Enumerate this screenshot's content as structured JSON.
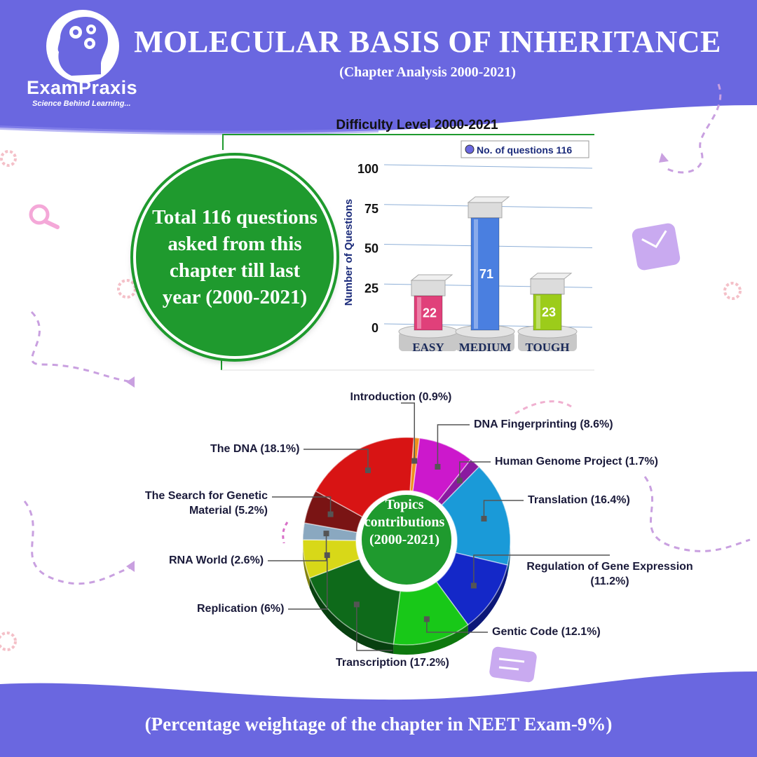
{
  "header": {
    "title": "MOLECULAR BASIS OF INHERITANCE",
    "subtitle": "(Chapter Analysis 2000-2021)"
  },
  "brand": {
    "name": "ExamPraxis",
    "tagline": "Science Behind Learning..."
  },
  "summary": {
    "total_text": "Total 116 questions asked from this chapter till last year (2000-2021)"
  },
  "footer": {
    "text": "(Percentage weightage of the chapter in NEET Exam-9%)"
  },
  "colors": {
    "brand_purple": "#6a67e0",
    "accent_green": "#1f9a2e"
  },
  "chart_data": [
    {
      "type": "bar",
      "title": "Difficulty Level 2000-2021",
      "ylabel": "Number of Questions",
      "ylim": [
        0,
        100
      ],
      "yticks": [
        0,
        25,
        50,
        75,
        100
      ],
      "categories": [
        "EASY",
        "MEDIUM",
        "TOUGH"
      ],
      "series": [
        {
          "name": "No. of questions 116",
          "values": [
            22,
            71,
            23
          ]
        }
      ],
      "bar_colors": [
        "#e0407a",
        "#4a7fe0",
        "#9ccc1a"
      ],
      "legend": "top-right",
      "grid": true
    },
    {
      "type": "pie",
      "center_label": "Topics contributions (2000-2021)",
      "slices": [
        {
          "label": "Introduction (0.9%)",
          "value": 0.9,
          "color": "#f0901e"
        },
        {
          "label": "DNA Fingerprinting (8.6%)",
          "value": 8.6,
          "color": "#cc18cc"
        },
        {
          "label": "Human Genome Project (1.7%)",
          "value": 1.7,
          "color": "#8a1aa0"
        },
        {
          "label": "Translation (16.4%)",
          "value": 16.4,
          "color": "#1a9ad8"
        },
        {
          "label": "Regulation of Gene Expression (11.2%)",
          "value": 11.2,
          "color": "#1428c8"
        },
        {
          "label": "Gentic Code (12.1%)",
          "value": 12.1,
          "color": "#18c818"
        },
        {
          "label": "Transcription (17.2%)",
          "value": 17.2,
          "color": "#0e6a1a"
        },
        {
          "label": "Replication (6%)",
          "value": 6,
          "color": "#d8d818"
        },
        {
          "label": "RNA World (2.6%)",
          "value": 2.6,
          "color": "#8aa8c0"
        },
        {
          "label": "The Search for Genetic Material (5.2%)",
          "value": 5.2,
          "color": "#7a1414"
        },
        {
          "label": "The DNA (18.1%)",
          "value": 18.1,
          "color": "#d81414"
        }
      ]
    }
  ]
}
